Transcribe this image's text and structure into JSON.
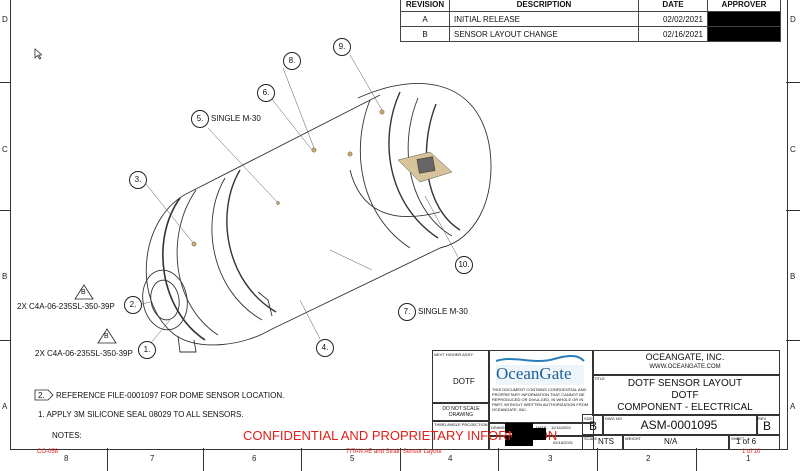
{
  "revisions": [
    {
      "rev": "A",
      "description": "INITIAL RELEASE",
      "date": "02/02/2021"
    },
    {
      "rev": "B",
      "description": "SENSOR LAYOUT CHANGE",
      "date": "02/16/2021"
    }
  ],
  "rev_header": {
    "rev": "REVISION",
    "description": "DESCRIPTION",
    "date": "DATE",
    "approver": "APPROVER"
  },
  "zones_left": [
    "D",
    "C",
    "B",
    "A"
  ],
  "zones_bottom": [
    "8",
    "7",
    "6",
    "5",
    "4",
    "3",
    "2",
    "1"
  ],
  "callouts": {
    "c1": "1.",
    "c2": "2.",
    "c3": "3.",
    "c4": "4.",
    "c5": "5.",
    "c6": "6.",
    "c7": "7.",
    "c8": "8.",
    "c9": "9.",
    "c10": "10.",
    "c5_text": "SINGLE M-30",
    "c7_text": "SINGLE M-30",
    "sensor_a": "2X C4A-06-235SL-350-39P",
    "sensor_b": "2X C4A-06-235SL-350-39P",
    "tri_a": "B",
    "tri_b": "B"
  },
  "notes": {
    "n2_num": "2.",
    "n2": "REFERENCE FILE-0001097 FOR DOME SENSOR LOCATION.",
    "n1": "1.   APPLY 3M SILICONE SEAL 08029 TO ALL SENSORS.",
    "title": "NOTES:"
  },
  "title_block": {
    "next_higher": "NEXT HIGHER ASSY:",
    "assy": "DOTF",
    "do_not_scale": "DO NOT SCALE DRAWING",
    "third_angle": "THIRD ANGLE PROJECTION",
    "logo": "OceanGate",
    "confidential": "THIS DOCUMENT CONTAINS CONFIDENTIAL AND PROPRIETARY INFORMATION THAT CANNOT BE REPRODUCED OR DIVULGED, IN WHOLE OR IN PART, WITHOUT WRITTEN AUTHORIZATION FROM OCEANGATE, INC.",
    "drawn": "DRAWN:",
    "date_label": "DATE:",
    "drawn_date": "11/16/2020",
    "company": "OCEANGATE, INC.",
    "website": "WWW.OCEANGATE.COM",
    "title_label": "TITLE",
    "title1": "DOTF SENSOR LAYOUT",
    "title2": "DOTF",
    "title3": "COMPONENT - ELECTRICAL",
    "size_label": "SIZE",
    "size": "B",
    "dwg_label": "DWG NO",
    "dwg": "ASM-0001095",
    "rev_label": "REV",
    "rev": "B",
    "scale_label": "SCALE",
    "scale": "NTS",
    "weight_label": "WEIGHT",
    "weight": "N/A",
    "sheet_label": "SHEET",
    "sheet": "1 of 6",
    "date2": "02/16/2021"
  },
  "footer": {
    "watermark": "CONFIDENTIAL AND PROPRIETARY INFORMATION",
    "left_code": "CO-058",
    "center": "TITAN AE and Strain Sensor Layout",
    "right": "1 of 10"
  }
}
